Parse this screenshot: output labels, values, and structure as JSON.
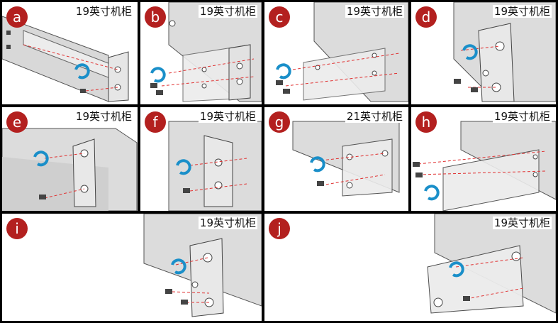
{
  "colors": {
    "badge": "#b3201f",
    "rotate_arrow": "#1a8fc9",
    "guide_line": "#e03030",
    "bracket_fill": "#e8e8e8",
    "chassis_fill": "#dcdcdc"
  },
  "panels": [
    {
      "id": "a",
      "badge": "a",
      "label": "19英寸机柜"
    },
    {
      "id": "b",
      "badge": "b",
      "label": "19英寸机柜"
    },
    {
      "id": "c",
      "badge": "c",
      "label": "19英寸机柜"
    },
    {
      "id": "d",
      "badge": "d",
      "label": "19英寸机柜"
    },
    {
      "id": "e",
      "badge": "e",
      "label": "19英寸机柜"
    },
    {
      "id": "f",
      "badge": "f",
      "label": "19英寸机柜"
    },
    {
      "id": "g",
      "badge": "g",
      "label": "21英寸机柜"
    },
    {
      "id": "h",
      "badge": "h",
      "label": "19英寸机柜"
    },
    {
      "id": "i",
      "badge": "i",
      "label": "19英寸机柜"
    },
    {
      "id": "j",
      "badge": "j",
      "label": "19英寸机柜"
    }
  ]
}
